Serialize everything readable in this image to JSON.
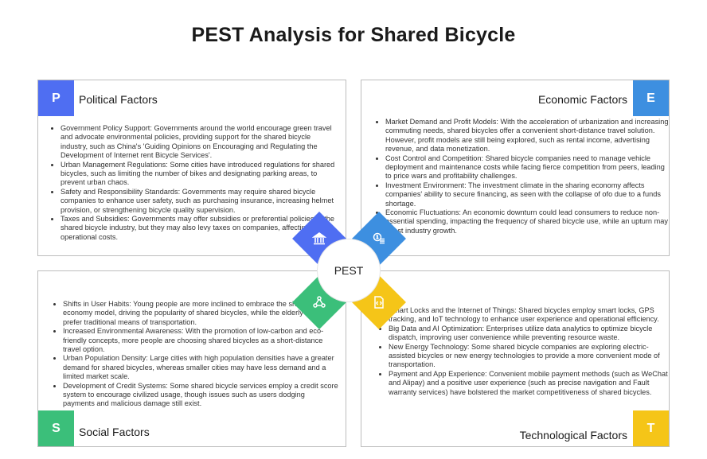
{
  "title": "PEST Analysis for Shared Bicycle",
  "center_label": "PEST",
  "colors": {
    "political": "#4f6ef2",
    "economic": "#3d8fe0",
    "social": "#3bbf7a",
    "technological": "#f5c518"
  },
  "icons": {
    "political": "government-building-icon",
    "economic": "money-coins-icon",
    "social": "people-network-icon",
    "technological": "code-file-icon"
  },
  "political": {
    "badge": "P",
    "title": "Political Factors",
    "items": [
      "Government Policy Support: Governments around the world encourage green travel and advocate environmental policies, providing support for the shared bicycle industry, such as China's 'Guiding Opinions on Encouraging and Regulating the Development of Internet rent Bicycle Services'.",
      "Urban Management Regulations: Some cities have introduced regulations for shared bicycles, such as limiting the number of bikes and designating parking areas, to prevent urban chaos.",
      "Safety and Responsibility Standards: Governments may require shared bicycle companies to enhance user safety, such as purchasing insurance, increasing helmet provision, or strengthening bicycle quality supervision.",
      "Taxes and Subsidies: Governments may offer subsidies or preferential policies to the shared bicycle industry, but they may also levy taxes on companies, affecting operational costs."
    ]
  },
  "economic": {
    "badge": "E",
    "title": "Economic Factors",
    "items": [
      "Market Demand and Profit Models: With the acceleration of urbanization and increasing commuting needs, shared bicycles offer a convenient short-distance travel solution. However, profit models are still being explored, such as rental income, advertising revenue, and data monetization.",
      "Cost Control and Competition: Shared bicycle companies need to manage vehicle deployment and maintenance costs while facing fierce competition from peers, leading to price wars and profitability challenges.",
      "Investment Environment: The investment climate in the sharing economy affects companies' ability to secure financing, as seen with the collapse of ofo due to a funds shortage.",
      "Economic Fluctuations: An economic downturn could lead consumers to reduce non-essential spending, impacting the frequency of shared bicycle use, while an upturn may boost industry growth."
    ]
  },
  "social": {
    "badge": "S",
    "title": "Social Factors",
    "items": [
      "Shifts in User Habits: Young people are more inclined to embrace the sharing economy model, driving the popularity of shared bicycles, while the elderly may still prefer traditional means of transportation.",
      "Increased Environmental Awareness: With the promotion of low-carbon and eco-friendly concepts, more people are choosing shared bicycles as a short-distance travel option.",
      "Urban Population Density: Large cities with high population densities have a greater demand for shared bicycles, whereas smaller cities may have less demand and a limited market scale.",
      "Development of Credit Systems: Some shared bicycle services employ a credit score system to encourage civilized usage, though issues such as users dodging payments and malicious damage still exist."
    ]
  },
  "technological": {
    "badge": "T",
    "title": "Technological Factors",
    "items": [
      "Smart Locks and the Internet of Things: Shared bicycles employ smart locks, GPS tracking, and IoT technology to enhance user experience and operational efficiency.",
      "Big Data and AI Optimization: Enterprises utilize data analytics to optimize bicycle dispatch, improving user convenience while preventing resource waste.",
      "New Energy Technology: Some shared bicycle companies are exploring electric-assisted bicycles or new energy technologies to provide a more convenient mode of transportation.",
      "Payment and App Experience: Convenient mobile payment methods (such as WeChat and Alipay) and a positive user experience (such as precise navigation and Fault warranty services) have bolstered the market competitiveness of shared bicycles."
    ]
  }
}
